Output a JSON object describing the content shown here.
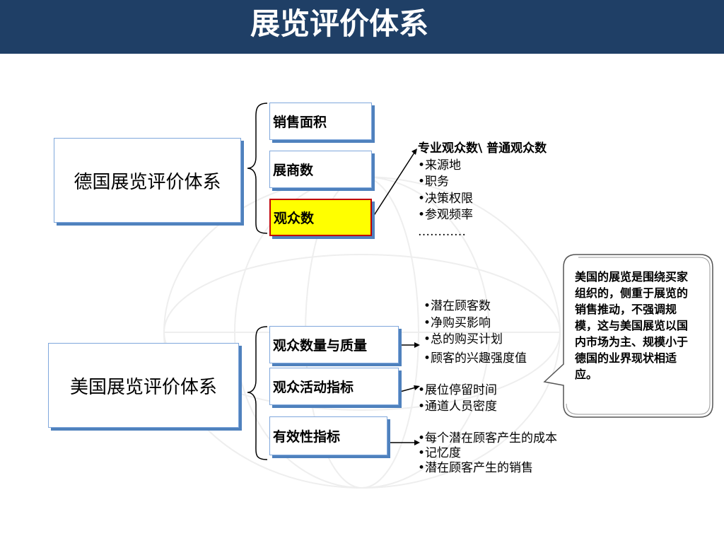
{
  "title": "展览评价体系",
  "germany": {
    "label": "德国展览评价体系",
    "items": [
      "销售面积",
      "展商数",
      "观众数"
    ],
    "details": [
      "专业观众数\\  普通观众数",
      "•来源地",
      "•职务",
      "•决策权限",
      "•参观频率",
      "…………"
    ]
  },
  "usa": {
    "label": "美国展览评价体系",
    "items": [
      "观众数量与质量",
      "观众活动指标",
      "有效性指标"
    ],
    "details_1": [
      "•潜在顾客数",
      "•净购买影响",
      "•总的购买计划",
      "•顾客的兴趣强度值"
    ],
    "details_2": [
      "•展位停留时间",
      "•通道人员密度"
    ],
    "details_3": [
      "•每个潜在顾客产生的成本",
      "•记忆度",
      "•潜在顾客产生的销售"
    ]
  },
  "callout": "美国的展览是围绕买家组织的，侧重于展览的销售推动，不强调规模，这与美国展览以国内市场为主、规模小于德国的业界现状相适应。",
  "colors": {
    "header": "#1f3f66",
    "box_border": "#7fa7dc",
    "box_shadow": "#4f81bd",
    "highlight": "#ffff00",
    "highlight_border": "#c00000"
  }
}
